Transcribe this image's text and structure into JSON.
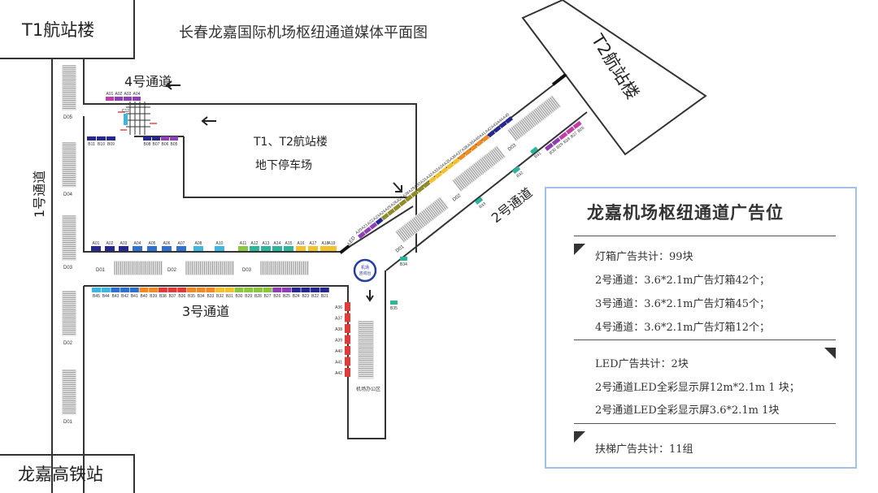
{
  "title": "长春龙嘉国际机场枢纽通道媒体平面图",
  "places": {
    "t1": "T1航站楼",
    "t2": "T2航站楼",
    "hsr": "龙嘉高铁站",
    "parking_l1": "T1、T2航站楼",
    "parking_l2": "地下停车场",
    "passage1": "1号通道",
    "passage2": "2号通道",
    "passage3": "3号通道",
    "passage4": "4号通道",
    "service_l1": "机场",
    "service_l2": "咨询台",
    "office": "机场办公区",
    "led": "LED"
  },
  "legend": {
    "title": "龙嘉机场枢纽通道广告位",
    "lightbox_total": "灯箱广告共计：99块",
    "lightbox_lines": [
      "2号通道：3.6*2.1m广告灯箱42个；",
      "3号通道：3.6*2.1m广告灯箱45个；",
      "4号通道：3.6*2.1m广告灯箱12个；"
    ],
    "led_total": "LED广告共计：2块",
    "led_lines": [
      "2号通道LED全彩显示屏12m*2.1m 1 块；",
      "2号通道LED全彩显示屏3.6*2.1m  1块"
    ],
    "escalator_total": "扶梯广告共计：11组"
  },
  "colors": {
    "red": "#e03a3a",
    "orange": "#f08a24",
    "yellow": "#f2c12e",
    "green": "#8cc63f",
    "teal": "#2bb59a",
    "cyan": "#3fb6e0",
    "blue": "#2f6fd1",
    "navy": "#27288f",
    "purple": "#8e3fb5",
    "magenta": "#c13fa8",
    "olive": "#8f8a2a",
    "line": "#333333",
    "legend_border": "#9fc2e6"
  },
  "passage3_row": {
    "labels": [
      "A01",
      "A02",
      "A03",
      "A04",
      "A05",
      "A06",
      "A07",
      "A08",
      "A10",
      "A11",
      "A12",
      "A13",
      "A14",
      "A15",
      "A16",
      "A17",
      "A18",
      "A19"
    ],
    "colors": [
      "navy",
      "navy",
      "navy",
      "blue",
      "blue",
      "blue",
      "blue",
      "cyan",
      "cyan",
      "green",
      "teal",
      "teal",
      "teal",
      "teal",
      "yellow",
      "yellow",
      "yellow",
      "yellow"
    ]
  },
  "passage3_bottom_row": {
    "labels": [
      "B45",
      "B44",
      "B43",
      "B42",
      "B41",
      "B40",
      "B39",
      "B38",
      "B37",
      "B36",
      "B35",
      "B34",
      "B33",
      "B32",
      "B31",
      "B30",
      "B29",
      "B28",
      "B27",
      "B26",
      "B25",
      "B24",
      "B23",
      "B22",
      "B21"
    ],
    "colors": [
      "cyan",
      "cyan",
      "blue",
      "blue",
      "blue",
      "orange",
      "orange",
      "red",
      "red",
      "red",
      "orange",
      "orange",
      "orange",
      "yellow",
      "yellow",
      "green",
      "green",
      "green",
      "green",
      "purple",
      "purple",
      "navy",
      "navy",
      "navy",
      "navy"
    ]
  },
  "passage4_top_row": {
    "labels": [
      "A01",
      "A02",
      "A03",
      "A04"
    ],
    "colors": [
      "magenta",
      "purple",
      "purple",
      "purple"
    ]
  },
  "passage4_left_row": {
    "labels": [
      "B11",
      "B10",
      "B09"
    ],
    "colors": [
      "navy",
      "navy",
      "navy"
    ]
  },
  "passage4_right_row": {
    "labels": [
      "B08",
      "B07",
      "B06",
      "B05"
    ],
    "colors": [
      "navy",
      "navy",
      "purple",
      "purple"
    ]
  },
  "passage4_side": {
    "label": "C12",
    "color": "cyan"
  },
  "vertical_a_row": {
    "labels": [
      "A36",
      "A37",
      "A38",
      "A39",
      "A40",
      "A41",
      "A42"
    ],
    "color": "red"
  },
  "diagonal_top_row": {
    "labels": [
      "A20",
      "A21",
      "A22",
      "A23",
      "A24",
      "A25",
      "A26",
      "A27",
      "A28",
      "A29",
      "A30",
      "A31",
      "A32",
      "A33",
      "A34",
      "A35",
      "A36",
      "A37",
      "A38",
      "A39",
      "A40",
      "A41",
      "A42",
      "A43",
      "A44",
      "A45"
    ],
    "colors": [
      "purple",
      "purple",
      "purple",
      "navy",
      "olive",
      "olive",
      "olive",
      "olive",
      "olive",
      "olive",
      "olive",
      "olive",
      "yellow",
      "yellow",
      "yellow",
      "yellow",
      "yellow",
      "orange",
      "orange",
      "orange",
      "orange",
      "orange",
      "navy",
      "navy",
      "navy",
      "navy"
    ]
  },
  "diagonal_bottom_row": {
    "labels": [
      "B30",
      "B29",
      "B28",
      "B27",
      "B26"
    ],
    "colors": [
      "purple",
      "purple",
      "magenta",
      "magenta",
      "magenta"
    ]
  },
  "scattered_boxes": [
    {
      "label": "B31",
      "color": "teal"
    },
    {
      "label": "B32",
      "color": "teal"
    },
    {
      "label": "B33",
      "color": "teal"
    },
    {
      "label": "B34",
      "color": "teal"
    },
    {
      "label": "B35",
      "color": "teal"
    }
  ],
  "escalators": {
    "passage1": [
      "D05",
      "D04",
      "D03",
      "D02",
      "D01"
    ],
    "passage3": [
      "D01",
      "D02",
      "D03"
    ],
    "passage2": [
      "D01",
      "D02",
      "D03"
    ]
  }
}
